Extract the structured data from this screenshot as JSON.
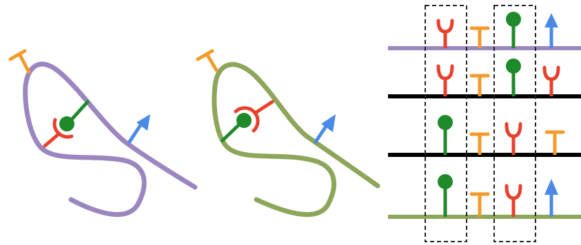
{
  "colors": {
    "background": "#ffffff",
    "purple_strand": "#9b86c0",
    "green_strand": "#8ea65a",
    "black_strand": "#000000",
    "orange_element": "#f39a2a",
    "red_element": "#e8402c",
    "green_element": "#1e8a2a",
    "blue_element": "#4a8ae6",
    "dashed_box": "#222222"
  },
  "icons": {
    "blocker": "t-bar-icon",
    "receptor": "y-receptor-icon",
    "ligand": "ball-and-stick-icon",
    "arrow": "up-arrow-icon",
    "socket": "cup-socket-icon"
  },
  "panels": [
    {
      "id": "purple-loop",
      "strand": "purple",
      "elements": [
        "blocker",
        "socket",
        "ligand",
        "arrow"
      ]
    },
    {
      "id": "green-loop",
      "strand": "green",
      "elements": [
        "blocker",
        "socket",
        "ligand",
        "arrow"
      ]
    },
    {
      "id": "aligned-strands",
      "rows": [
        {
          "strand": "purple",
          "items": [
            "receptor",
            "blocker",
            "ligand",
            "arrow"
          ]
        },
        {
          "strand": "black",
          "items": [
            "receptor",
            "blocker",
            "ligand",
            "receptor"
          ]
        },
        {
          "strand": "black",
          "items": [
            "ligand",
            "blocker",
            "receptor",
            "blocker"
          ]
        },
        {
          "strand": "green",
          "items": [
            "ligand",
            "blocker",
            "receptor",
            "arrow"
          ]
        }
      ],
      "highlighted_columns": [
        1,
        3
      ]
    }
  ]
}
